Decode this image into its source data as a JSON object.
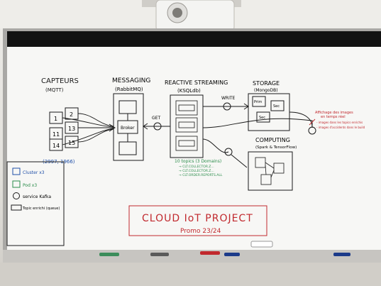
{
  "board": {
    "sections": {
      "capteurs": "CAPTEURS",
      "capteurs_sub": "(MQTT)",
      "messaging": "MESSAGING",
      "messaging_sub": "(RabbitMQ)",
      "reactive": "REACTIVE STREAMING",
      "reactive_sub": "(KSQLdb)",
      "storage": "STORAGE",
      "storage_sub": "(MongoDB)",
      "computing": "COMPUTING",
      "computing_sub": "(Spark & TensorFlow)"
    },
    "sensors": [
      "1",
      "2",
      "11",
      "13",
      "14",
      "15"
    ],
    "sensor_range": "(2997, 1966)",
    "broker": "Broker",
    "get_label": "GET",
    "write_label": "WRITE",
    "storage_nodes": [
      "Prim",
      "Sec",
      "Sec"
    ],
    "topics": {
      "title": "10 topics (3 Domains)",
      "items": [
        "→ CLT.COLLECTOR.Z...",
        "→ CLT.COLLECTOR.Z...",
        "→ CLT.ORDER.REPORTS.ALL"
      ]
    },
    "display_note": {
      "title": "Affichage des images",
      "line2": "en temps réel",
      "items": [
        "- images dans les topics enrichis",
        "- images d'accidents dans le build"
      ]
    },
    "legend": {
      "items": [
        "Cluster x3",
        "Pod x3",
        "service Kafka",
        "Topic enrichi (queue)"
      ]
    },
    "project_title": "CLOUD IoT PROJECT",
    "promo": "Promo 23/24"
  }
}
